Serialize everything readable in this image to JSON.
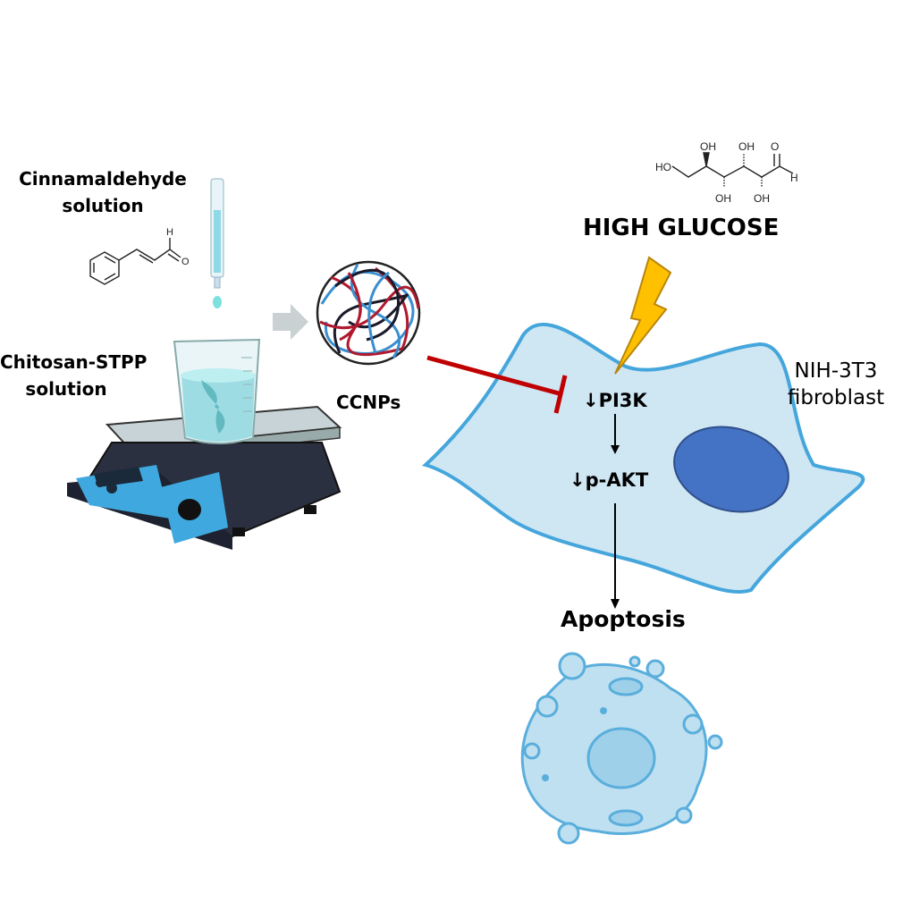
{
  "labels": {
    "cinnamaldehyde_line1": "Cinnamaldehyde",
    "cinnamaldehyde_line2": "solution",
    "chitosan_line1": "Chitosan-STPP",
    "chitosan_line2": "solution",
    "ccnps": "CCNPs",
    "high_glucose": "HIGH GLUCOSE",
    "cell_line1": "NIH-3T3",
    "cell_line2": "fibroblast",
    "pi3k": "↓PI3K",
    "pakt": "↓p-AKT",
    "apoptosis": "Apoptosis"
  },
  "glucose_structure": {
    "oh": "OH",
    "ho": "HO",
    "o": "O",
    "h": "H"
  },
  "cinnamaldehyde_structure": {
    "o": "O",
    "h": "H"
  },
  "colors": {
    "cell_fill": "#cfe6f3",
    "cell_stroke": "#45a6dc",
    "nucleus": "#4472c4",
    "inhibit": "#c00000",
    "bolt": "#ffc000"
  }
}
